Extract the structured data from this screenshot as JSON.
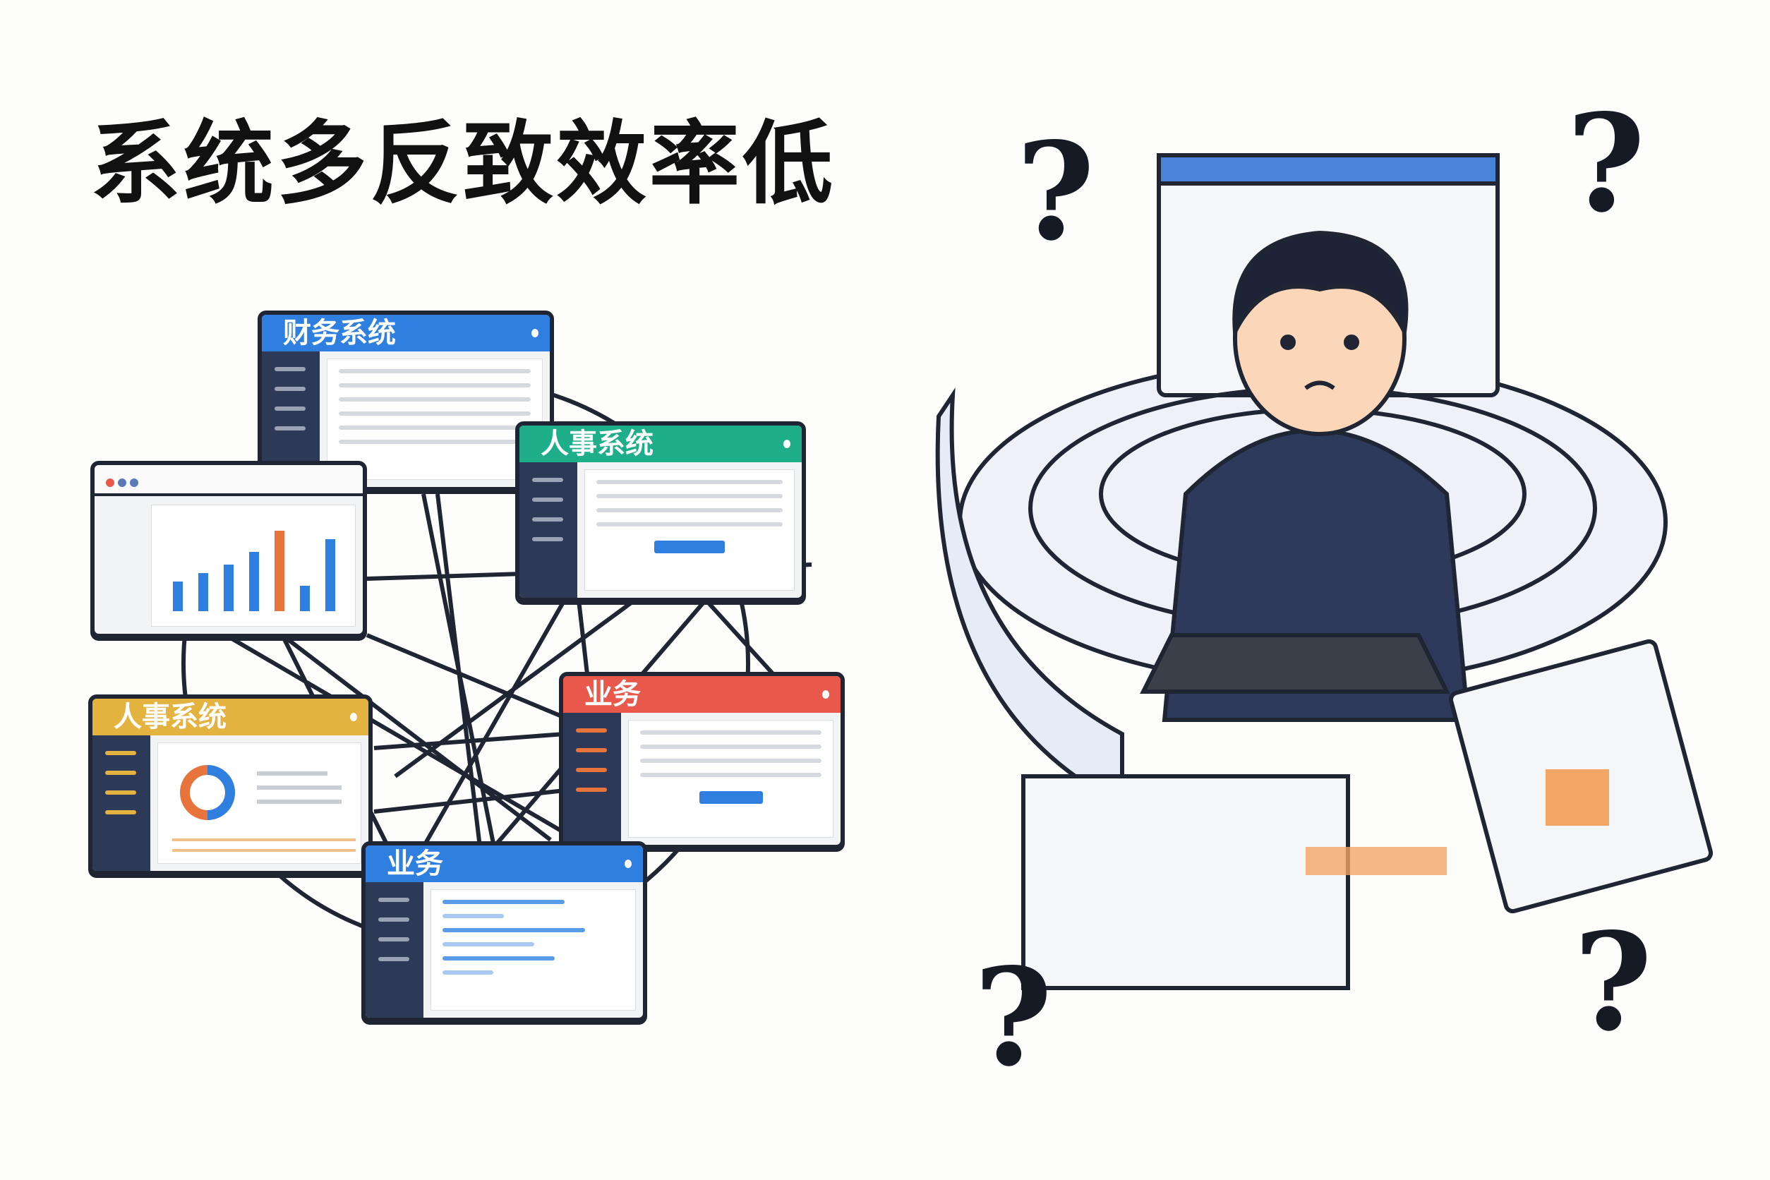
{
  "title": "系统多反致效率低",
  "windows": {
    "finance": {
      "label": "财务系统",
      "color": "#2f7fe0"
    },
    "hr_green": {
      "label": "人事系统",
      "color": "#1fae8a"
    },
    "hr_yellow": {
      "label": "人事系统",
      "color": "#e3b23f"
    },
    "business_red": {
      "label": "业务",
      "color": "#e8594b"
    },
    "business_blue": {
      "label": "业务",
      "color": "#2f7fe0"
    }
  },
  "chart_window": {
    "bars": [
      0.35,
      0.45,
      0.55,
      0.7,
      0.95,
      0.3,
      0.85
    ],
    "highlight_index": 4
  },
  "icons": [
    "question-mark-icon",
    "keyboard-icon"
  ]
}
